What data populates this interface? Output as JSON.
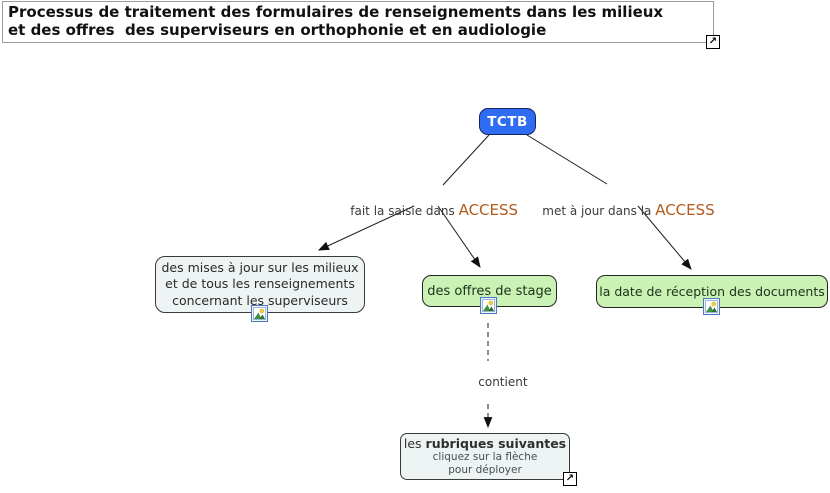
{
  "title": {
    "line1": "Processus de traitement des formulaires de renseignements dans les milieux",
    "line2": "et des offres  des superviseurs en orthophonie et en audiologie"
  },
  "nodes": {
    "root": {
      "label": "TCTB"
    },
    "updates": {
      "line1": "des mises à jour sur les milieux",
      "line2": "et de tous les renseignements",
      "line3": "concernant les superviseurs"
    },
    "offers": {
      "label": "des offres de stage"
    },
    "reception": {
      "label": "la date de réception des documents"
    },
    "rubrics": {
      "prefix": "les ",
      "bold": "rubriques suivantes",
      "line2": "cliquez sur la flèche",
      "line3": "pour déployer"
    }
  },
  "links": {
    "saisie": {
      "text": "fait la saisie dans ",
      "system": "ACCESS"
    },
    "update": {
      "text": "met à jour dans la ",
      "system": "ACCESS"
    },
    "contains": {
      "text": "contient"
    }
  },
  "icons": {
    "link_arrow": "↗"
  },
  "colors": {
    "root_fill": "#2f6cf4",
    "green_fill": "#c9f2b4",
    "gray_fill": "#eef3f4",
    "access_text": "#b05b1c",
    "line": "#1c1c1c"
  }
}
